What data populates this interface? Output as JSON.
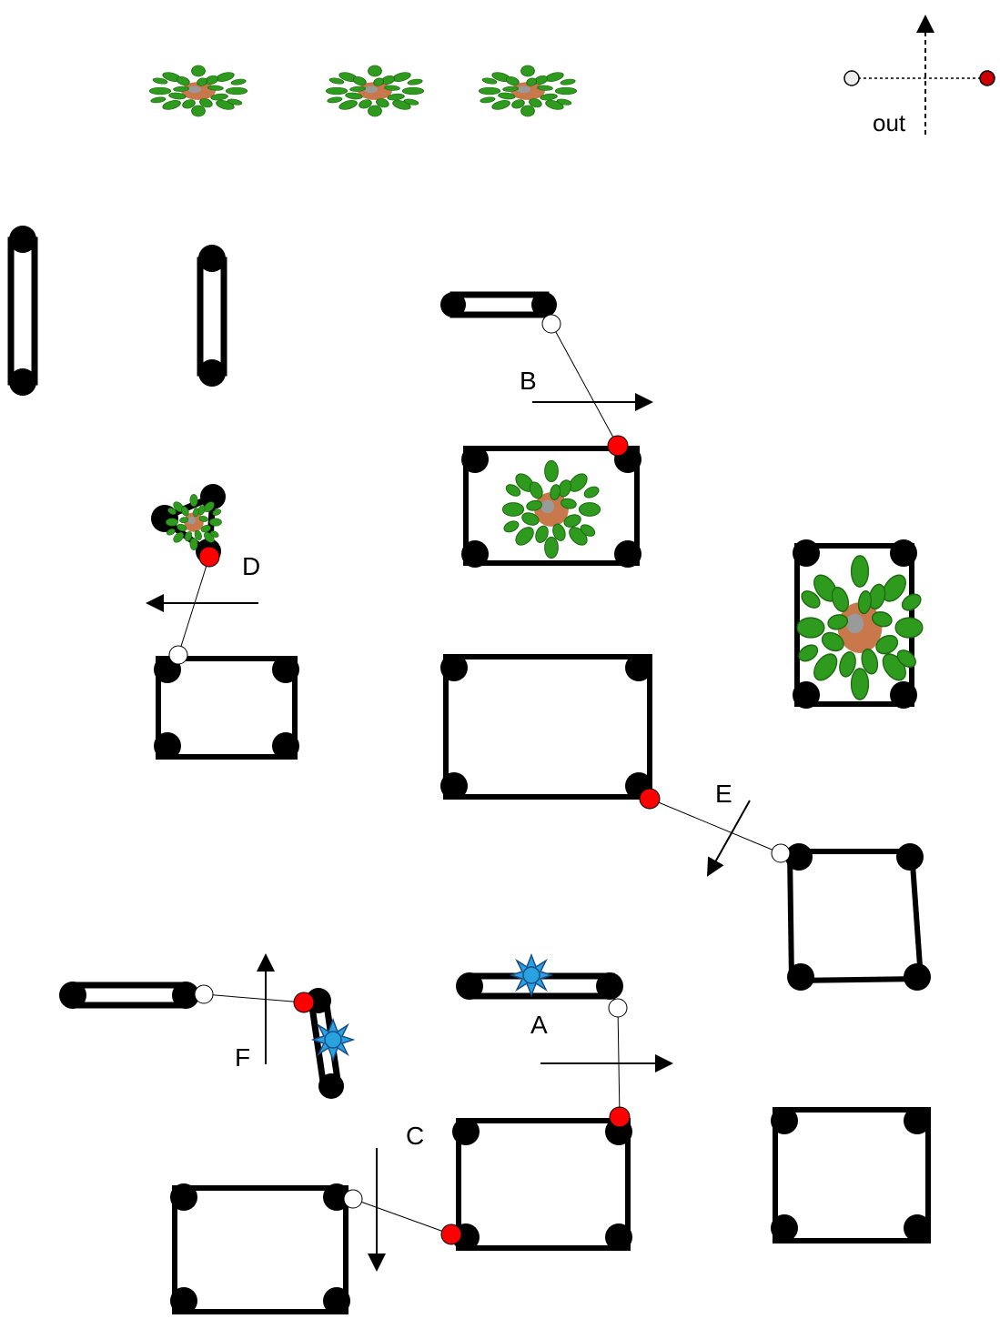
{
  "legend": {
    "out_label": "out",
    "white_dot_color": "#eeeeee",
    "red_dot_color": "#cc0000"
  },
  "connectors": {
    "A": "A",
    "B": "B",
    "C": "C",
    "D": "D",
    "E": "E",
    "F": "F"
  },
  "colors": {
    "frame": "#000000",
    "joint_white": "#ffffff",
    "joint_red": "#ff0000",
    "leaf": "#2e9a1e",
    "leaf_dark": "#1f6b12",
    "pot": "#c8784a",
    "star_fill": "#29a3de",
    "star_edge": "#1a4d8c"
  },
  "icons": {
    "plant": "potted-plant-icon",
    "star": "star-burst-icon",
    "arrow": "direction-arrow-icon"
  }
}
